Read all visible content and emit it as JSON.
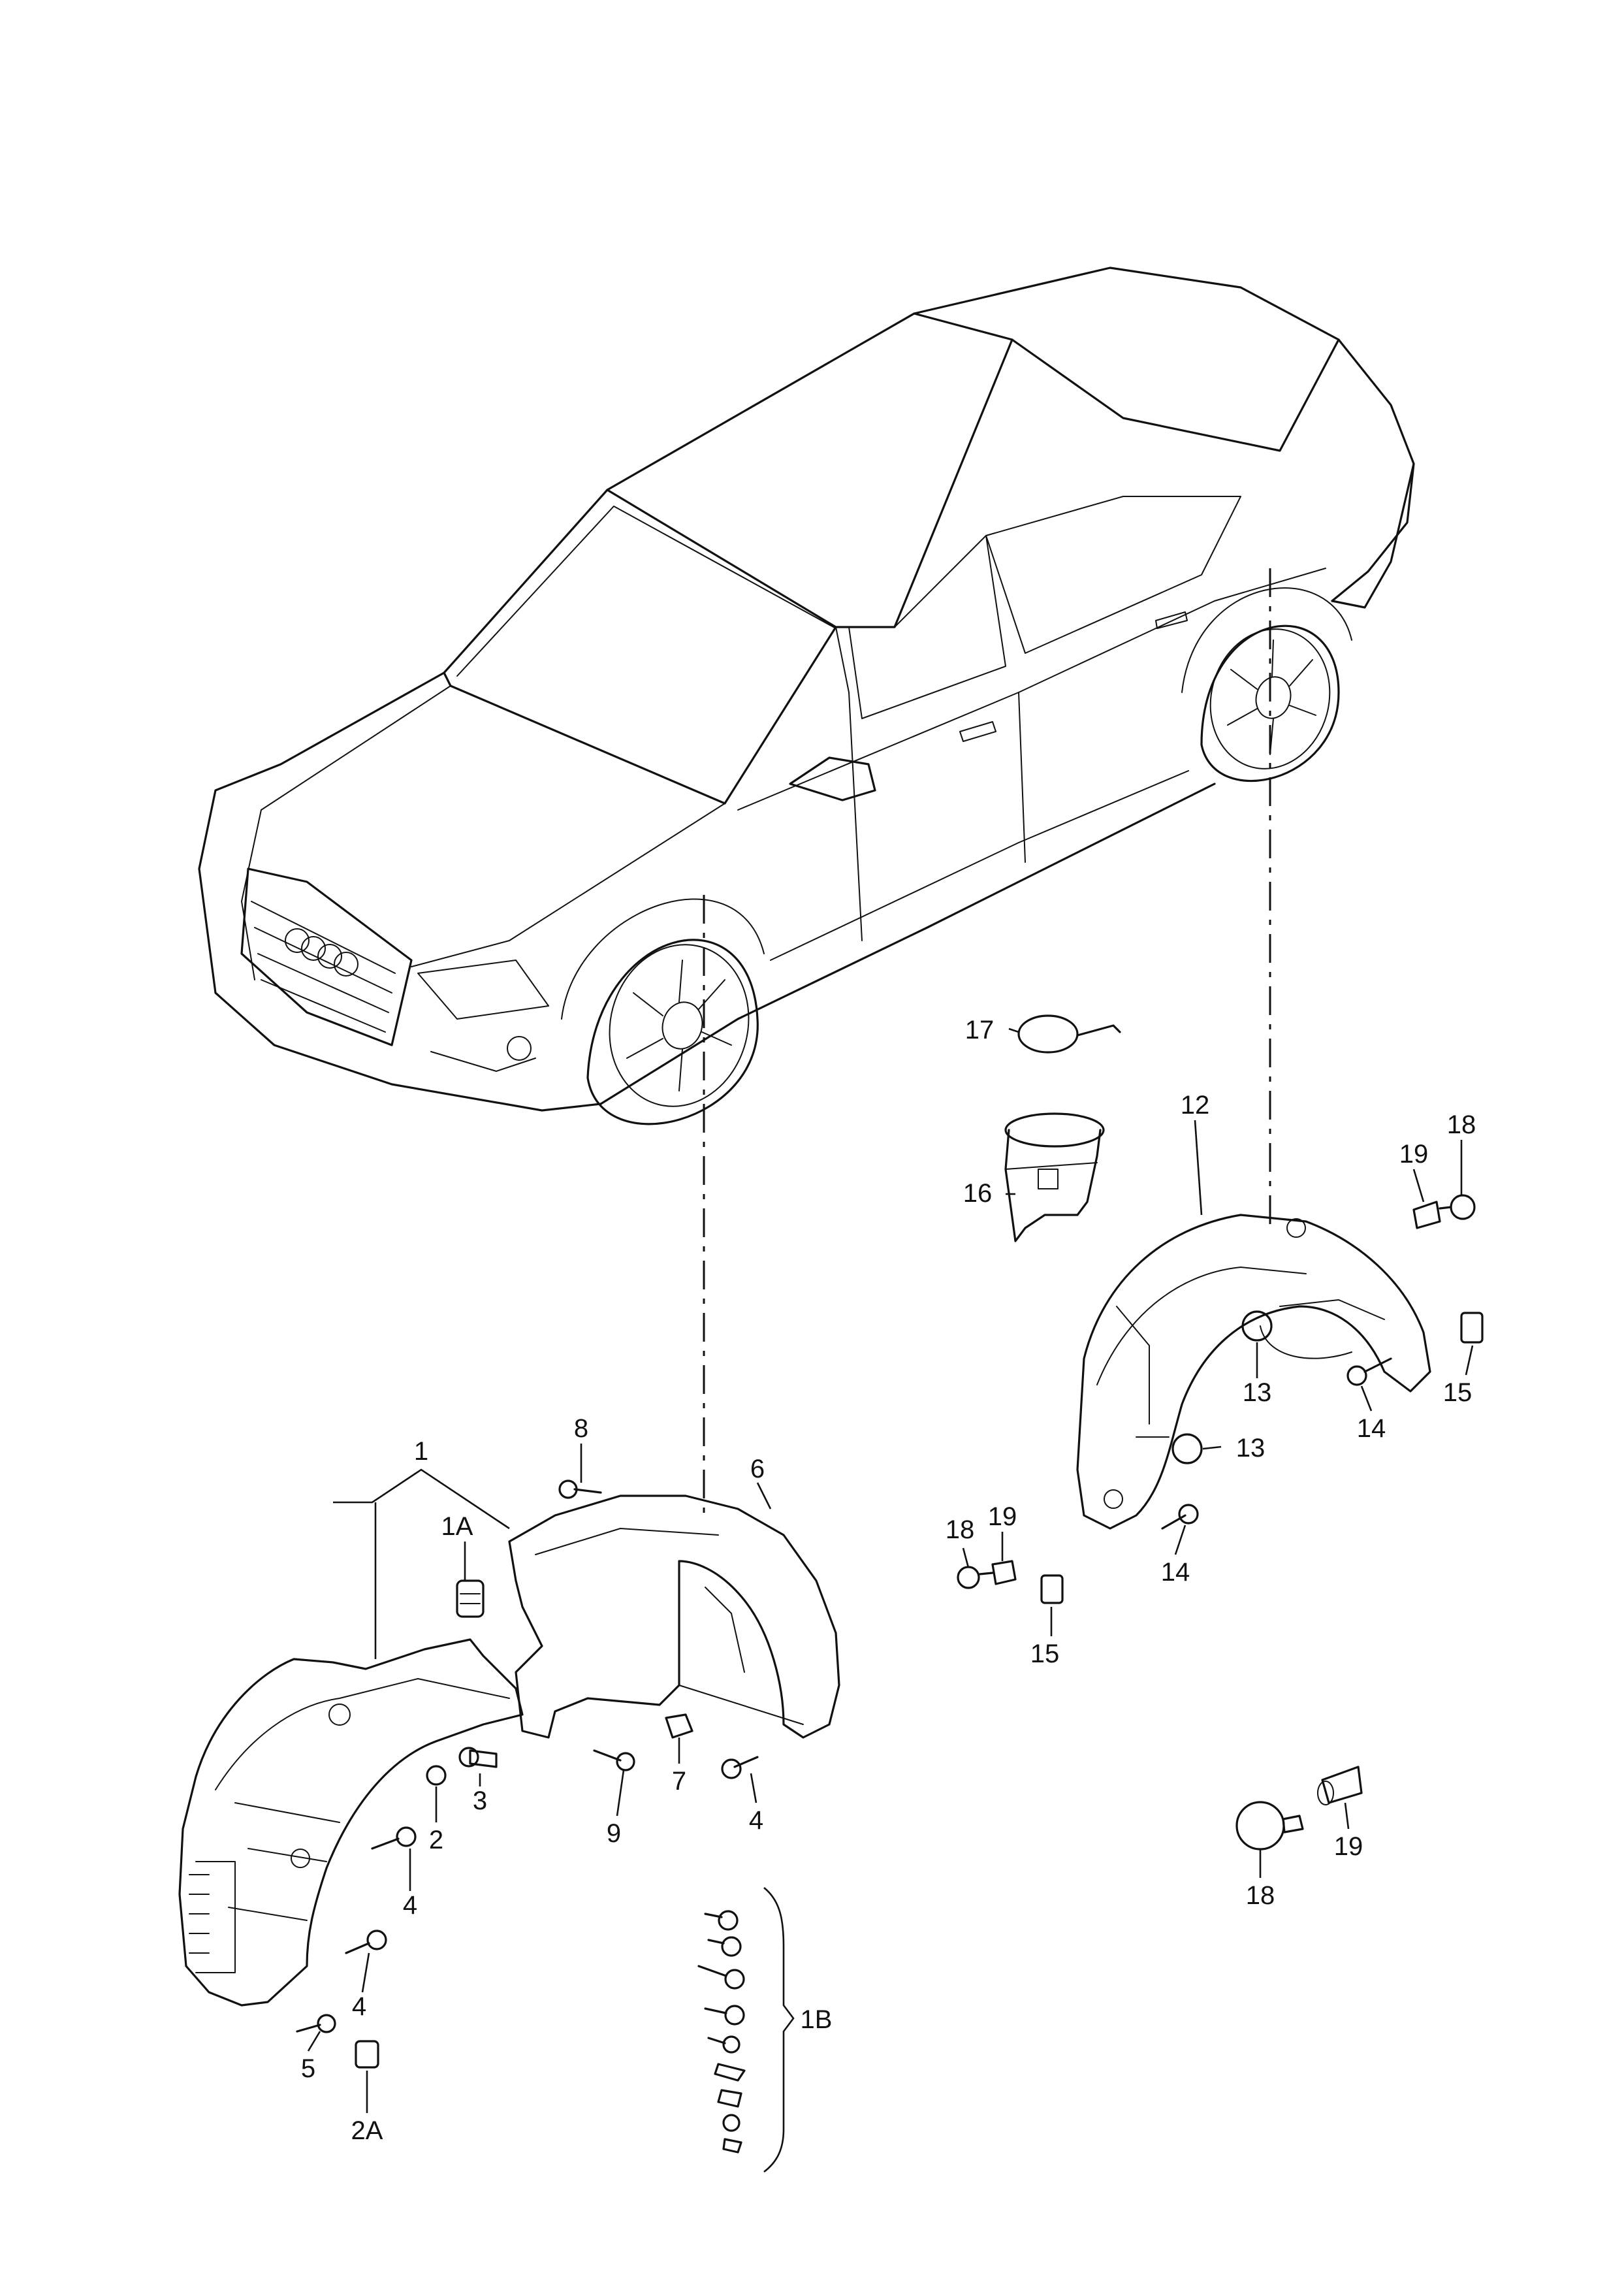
{
  "diagram": {
    "labels": {
      "l1": "1",
      "l1a": "1A",
      "l1b": "1B",
      "l2": "2",
      "l2a": "2A",
      "l3": "3",
      "l4a": "4",
      "l4b": "4",
      "l4c": "4",
      "l5": "5",
      "l6": "6",
      "l7": "7",
      "l8": "8",
      "l9": "9",
      "l12": "12",
      "l13a": "13",
      "l13b": "13",
      "l14a": "14",
      "l14b": "14",
      "l15a": "15",
      "l15b": "15",
      "l16": "16",
      "l17": "17",
      "l18a": "18",
      "l18b": "18",
      "l18c": "18",
      "l19a": "19",
      "l19b": "19",
      "l19c": "19"
    }
  }
}
